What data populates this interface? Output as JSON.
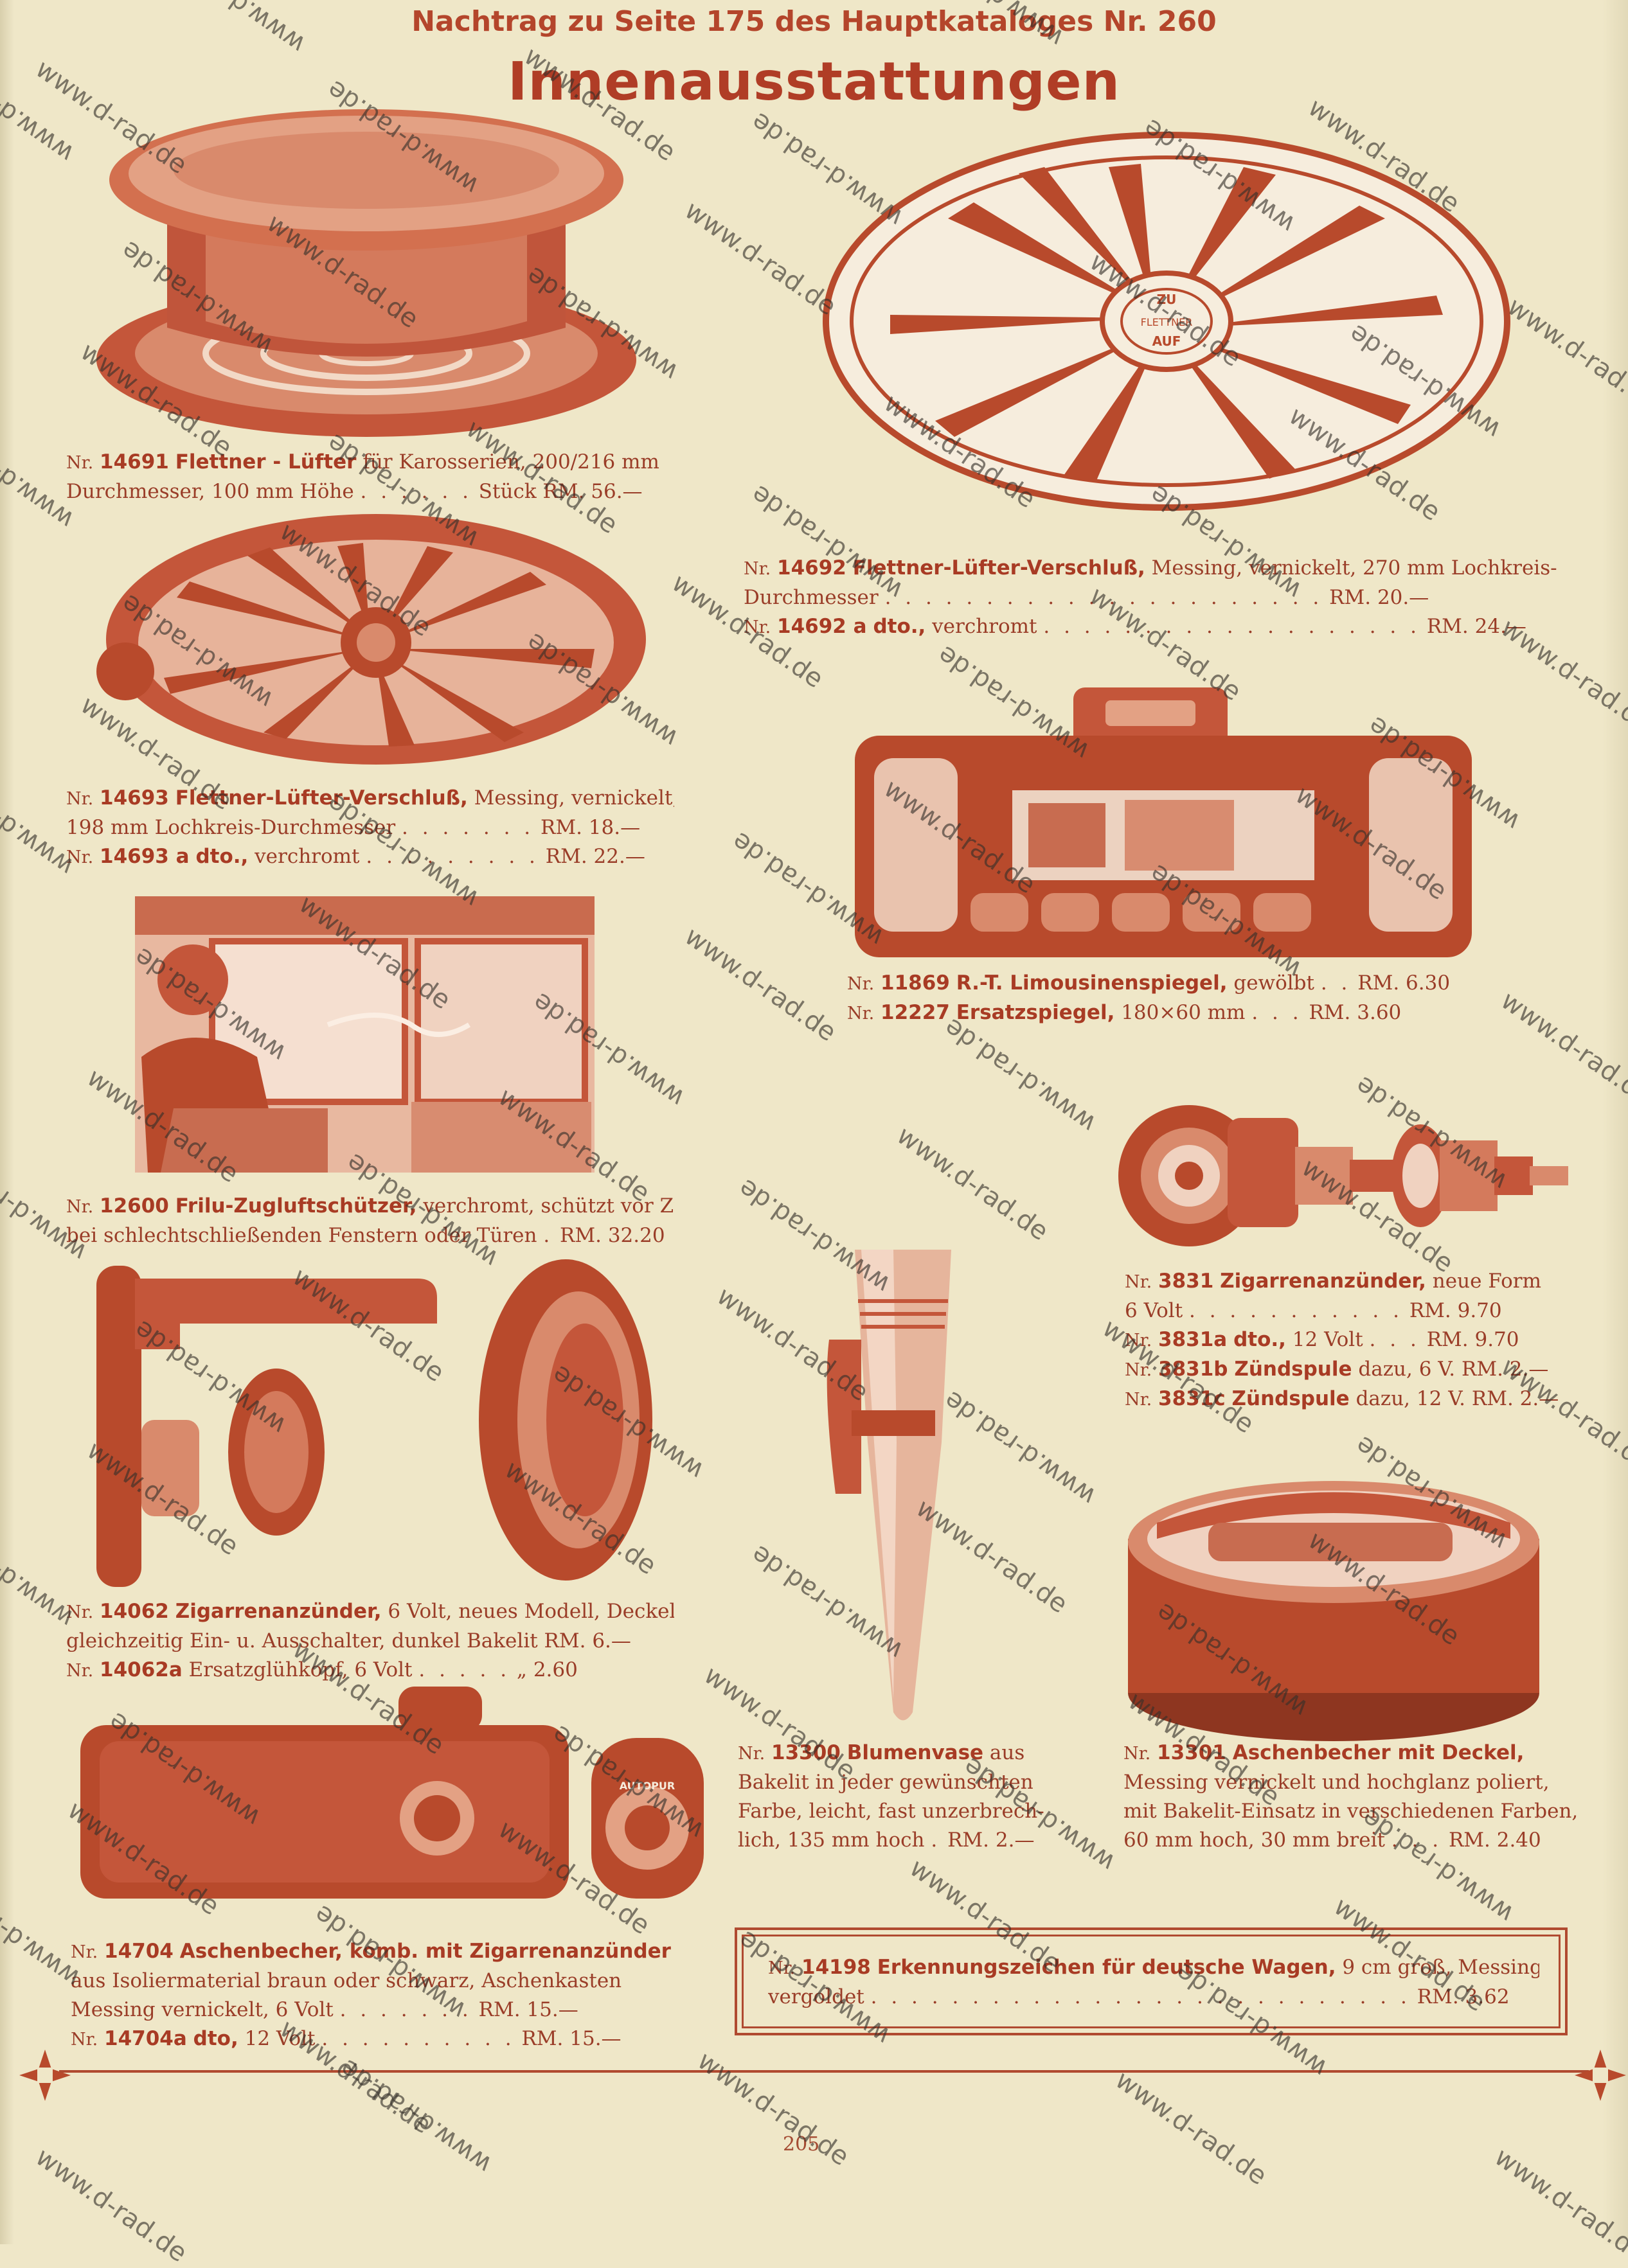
{
  "header": {
    "subtitle": "Nachtrag zu Seite 175 des Hauptkataloges Nr. 260",
    "title": "Innenausstattungen"
  },
  "items": {
    "i14691": {
      "nr": "Nr.",
      "num": "14691",
      "name": "Flettner - Lüfter",
      "l1_rest": "für Karosserien, 200/216 mm",
      "l2_text": "Durchmesser, 100 mm Höhe",
      "l2_dots": ". . . . . .",
      "l2_price": "Stück RM. 56.—"
    },
    "i14692": {
      "nr": "Nr.",
      "num": "14692",
      "name": "Flettner-Lüfter-Verschluß,",
      "l1_rest": "Messing, vernickelt, 270 mm Lochkreis-",
      "l2_text": "Durchmesser",
      "l2_dots": ". . . . . . . . . . . . . . . . . . . . . .",
      "l2_price": "RM. 20.—",
      "a_nr": "Nr.",
      "a_num": "14692 a",
      "a_name": "dto.,",
      "a_text": "verchromt",
      "a_dots": ". . . . . . . . . . . . . . . . . . .",
      "a_price": "RM. 24.—"
    },
    "i14693": {
      "nr": "Nr.",
      "num": "14693",
      "name": "Flettner-Lüfter-Verschluß,",
      "l1_rest": "Messing, vernickelt,",
      "l2_text": "198 mm Lochkreis-Durchmesser",
      "l2_dots": ". . . . . . .",
      "l2_price": "RM. 18.—",
      "a_nr": "Nr.",
      "a_num": "14693 a",
      "a_name": "dto.,",
      "a_text": "verchromt",
      "a_dots": ". . . . . . . . .",
      "a_price": "RM. 22.—"
    },
    "i11869": {
      "nr": "Nr.",
      "num": "11869",
      "name": "R.-T. Limousinenspiegel,",
      "l1_rest": "gewölbt",
      "l1_dots": ". .",
      "l1_price": "RM. 6.30",
      "b_nr": "Nr.",
      "b_num": "12227",
      "b_name": "Ersatzspiegel,",
      "b_text": "180×60 mm",
      "b_dots": ". . .",
      "b_price": "RM. 3.60"
    },
    "i12600": {
      "nr": "Nr.",
      "num": "12600",
      "name": "Frilu-Zugluftschützer,",
      "l1_rest": "verchromt, schützt vor Zug",
      "l2_text": "bei schlechtschließenden Fenstern oder Türen",
      "l2_dots": ".",
      "l2_price": "RM. 32.20"
    },
    "i3831": {
      "nr": "Nr.",
      "num": "3831",
      "name": "Zigarrenanzünder,",
      "l1_rest": "neue Form",
      "l2_text": "6 Volt",
      "l2_dots": ". . . . . . . . . . .",
      "l2_price": "RM. 9.70",
      "a_nr": "Nr.",
      "a_num": "3831a",
      "a_name": "dto.,",
      "a_text": "12 Volt",
      "a_dots": ". . .",
      "a_price": "RM. 9.70",
      "b_nr": "Nr.",
      "b_num": "3831b",
      "b_name": "Zündspule",
      "b_text": "dazu, 6 V.",
      "b_price": "RM. 2.—",
      "c_nr": "Nr.",
      "c_num": "3831c",
      "c_name": "Zündspule",
      "c_text": "dazu, 12 V.",
      "c_price": "RM. 2.—"
    },
    "i14062": {
      "nr": "Nr.",
      "num": "14062",
      "name": "Zigarrenanzünder,",
      "l1_rest": "6 Volt, neues Modell, Deckel",
      "l2_text": "gleichzeitig Ein- u. Ausschalter, dunkel Bakelit RM. 6.—",
      "a_nr": "Nr.",
      "a_num": "14062a",
      "a_text": "Ersatzglühkopf, 6 Volt",
      "a_dots": ". . . . .",
      "a_price": "„ 2.60"
    },
    "i13300": {
      "nr": "Nr.",
      "num": "13300",
      "name": "Blumenvase",
      "l1_rest": "aus",
      "l2": "Bakelit in jeder gewünschten",
      "l3": "Farbe, leicht, fast unzerbrech-",
      "l4_text": "lich, 135 mm hoch",
      "l4_dots": ".",
      "l4_price": "RM. 2.—"
    },
    "i13301": {
      "nr": "Nr.",
      "num": "13301",
      "name": "Aschenbecher mit Deckel,",
      "l2": "Messing vernickelt und hochglanz poliert,",
      "l3": "mit Bakelit-Einsatz in verschiedenen Farben,",
      "l4_text": "60 mm hoch, 30 mm breit",
      "l4_dots": ". . .",
      "l4_price": "RM. 2.40"
    },
    "i14704": {
      "nr": "Nr.",
      "num": "14704",
      "name": "Aschenbecher, komb. mit Zigarrenanzünder",
      "l2": "aus Isoliermaterial braun oder schwarz, Aschenkasten",
      "l3_text": "Messing vernickelt, 6 Volt",
      "l3_dots": ". . . . . . .",
      "l3_price": "RM. 15.—",
      "a_nr": "Nr.",
      "a_num": "14704a",
      "a_name": "dto,",
      "a_text": "12 Volt",
      "a_dots": ". . . . . . . . . .",
      "a_price": "RM. 15.—"
    },
    "i14198": {
      "nr": "Nr.",
      "num": "14198",
      "name": "Erkennungszeichen für deutsche Wagen,",
      "l1_rest": "9 cm groß, Messing",
      "l2_text": "vergoldet",
      "l2_dots": ". . . . . . . . . . . . . . . . . . . . . . . . . . .",
      "l2_price": "RM. 3.62"
    }
  },
  "labels": {
    "vent_hub_top": "ZU",
    "vent_hub_mid": "FLETTNER",
    "vent_hub_bot": "AUF",
    "ashtray_brand": "AUTOPUR",
    "watermark": "www.d-rad.de"
  },
  "page_number": "205",
  "colors": {
    "paper": "#efe7c8",
    "ink": "#a3412a",
    "print_red": "#b84a2c",
    "watermark": "#35302a"
  }
}
